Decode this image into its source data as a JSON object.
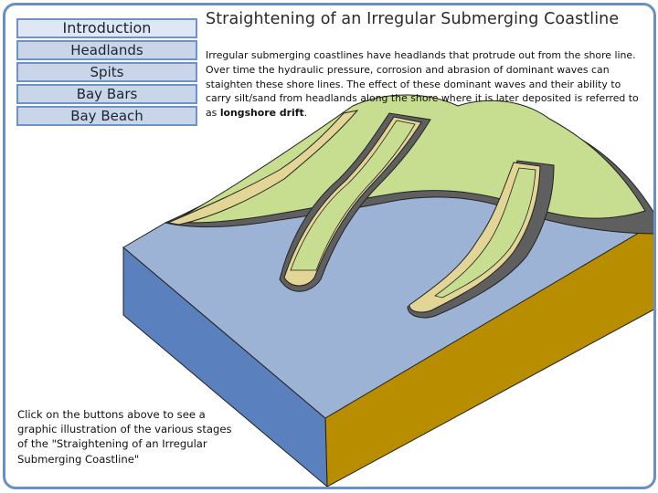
{
  "title": "Straightening of an Irregular Submerging Coastline",
  "nav": {
    "items": [
      {
        "label": "Introduction",
        "active": true
      },
      {
        "label": "Headlands",
        "active": false
      },
      {
        "label": "Spits",
        "active": false
      },
      {
        "label": "Bay Bars",
        "active": false
      },
      {
        "label": "Bay Beach",
        "active": false
      }
    ]
  },
  "intro": {
    "text": "Irregular submerging coastlines have headlands that protrude out from the shore line. Over time the hydraulic pressure, corrosion and abrasion of dominant waves can staighten these shore lines. The effect of these dominant waves and their ability to carry silt/sand from headlands along the shore where it is later deposited is referred to as ",
    "term": "longshore drift",
    "end": "."
  },
  "footnote": "Click on the buttons above to see a graphic illustration of the various stages of the \"Straightening of an Irregular Submerging Coastline\"",
  "colors": {
    "frame": "#6b8fc4",
    "water_top": "#9db3d6",
    "water_side": "#5a80bd",
    "sediment": "#b88d00",
    "cliff": "#5f5f5f",
    "land": "#c7dd8f",
    "beach": "#e2d596"
  }
}
